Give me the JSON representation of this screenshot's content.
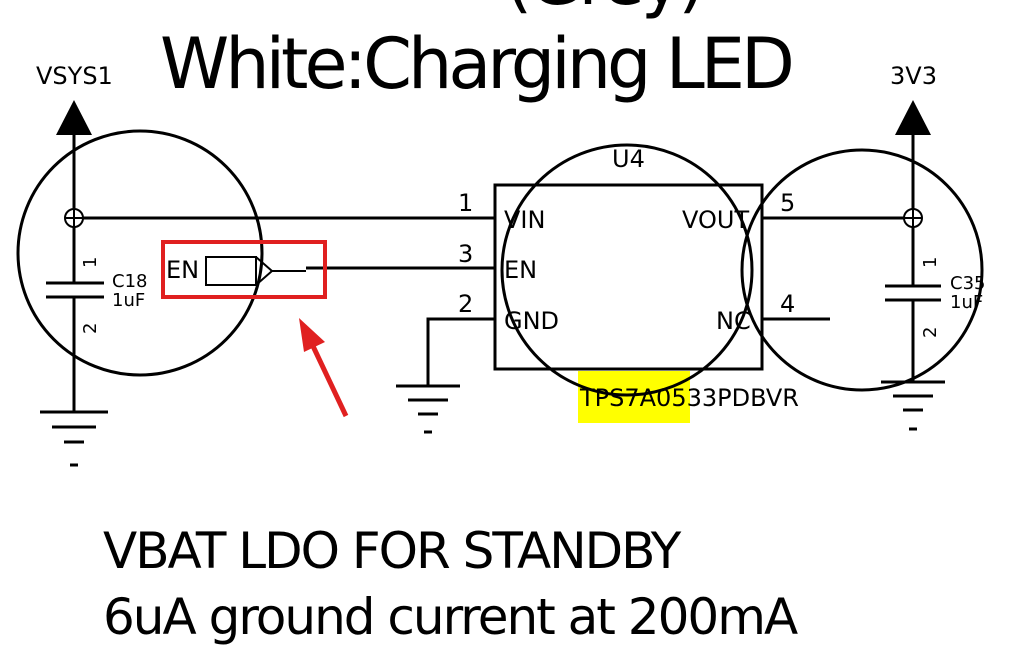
{
  "title_line_partial": "(Grey)",
  "title": "White:Charging LED",
  "nets": {
    "left_supply": "VSYS1",
    "right_supply": "3V3"
  },
  "ic": {
    "refdes": "U4",
    "part_number": "TPS7A0533PDBVR",
    "pins": [
      {
        "number": "1",
        "name": "VIN"
      },
      {
        "number": "3",
        "name": "EN"
      },
      {
        "number": "2",
        "name": "GND"
      },
      {
        "number": "5",
        "name": "VOUT"
      },
      {
        "number": "4",
        "name": "NC"
      }
    ]
  },
  "capacitors": [
    {
      "refdes": "C18",
      "value": "1uF",
      "pin_top": "1",
      "pin_bottom": "2"
    },
    {
      "refdes": "C35",
      "value": "1uF",
      "pin_top": "1",
      "pin_bottom": "2"
    }
  ],
  "en_port": {
    "label": "EN"
  },
  "notes": [
    "VBAT LDO FOR STANDBY",
    "6uA ground current at 200mA"
  ],
  "colors": {
    "highlight_box": "#e02020",
    "arrow": "#e02020",
    "part_highlight": "#ffff00"
  }
}
